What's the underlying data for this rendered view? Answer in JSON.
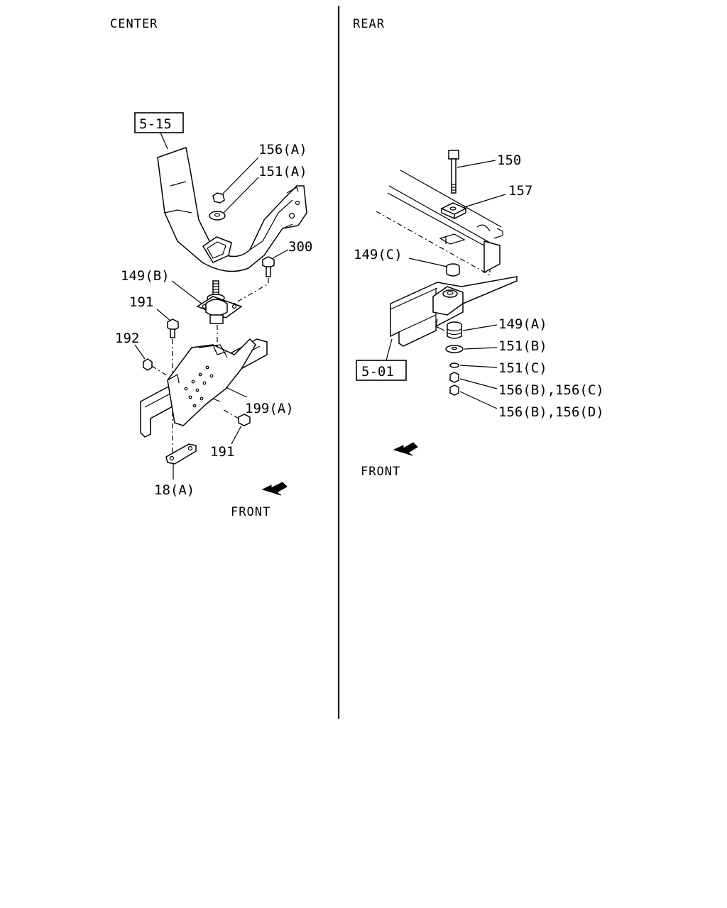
{
  "sections": {
    "center": {
      "title": "CENTER",
      "ref_box": "5-15",
      "labels": {
        "l156A": "156(A)",
        "l151A": "151(A)",
        "l300": "300",
        "l149B": "149(B)",
        "l191a": "191",
        "l192": "192",
        "l199A": "199(A)",
        "l191b": "191",
        "l18A": "18(A)"
      },
      "front": "FRONT"
    },
    "rear": {
      "title": "REAR",
      "ref_box": "5-01",
      "labels": {
        "l150": "150",
        "l157": "157",
        "l149C": "149(C)",
        "l149A": "149(A)",
        "l151B": "151(B)",
        "l151C": "151(C)",
        "l156BC": "156(B),156(C)",
        "l156BD": "156(B),156(D)"
      },
      "front": "FRONT"
    }
  }
}
